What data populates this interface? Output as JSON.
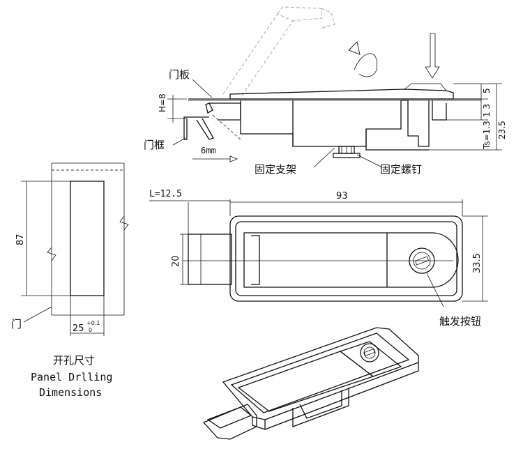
{
  "side_view": {
    "door_panel_label": "门板",
    "door_frame_label": "门框",
    "h_label": "H=8",
    "gap_label": "6mm",
    "bracket_label": "固定支架",
    "screw_label": "固定螺钉",
    "dim_5": "5",
    "dim_13": "1 3",
    "dim_235": "23.5",
    "ts_label": "Ts=1.3"
  },
  "cutout": {
    "height_label": "87",
    "width_label": "25",
    "tol_upper": "+0.1",
    "tol_lower": "0",
    "door_label": "门",
    "title_cn": "开孔尺寸",
    "title_en_1": "Panel Drlling",
    "title_en_2": "Dimensions"
  },
  "top_view": {
    "l_label": "L=12.5",
    "width_label": "93",
    "height_20": "20",
    "height_335": "33.5",
    "button_label": "触发按钮"
  }
}
